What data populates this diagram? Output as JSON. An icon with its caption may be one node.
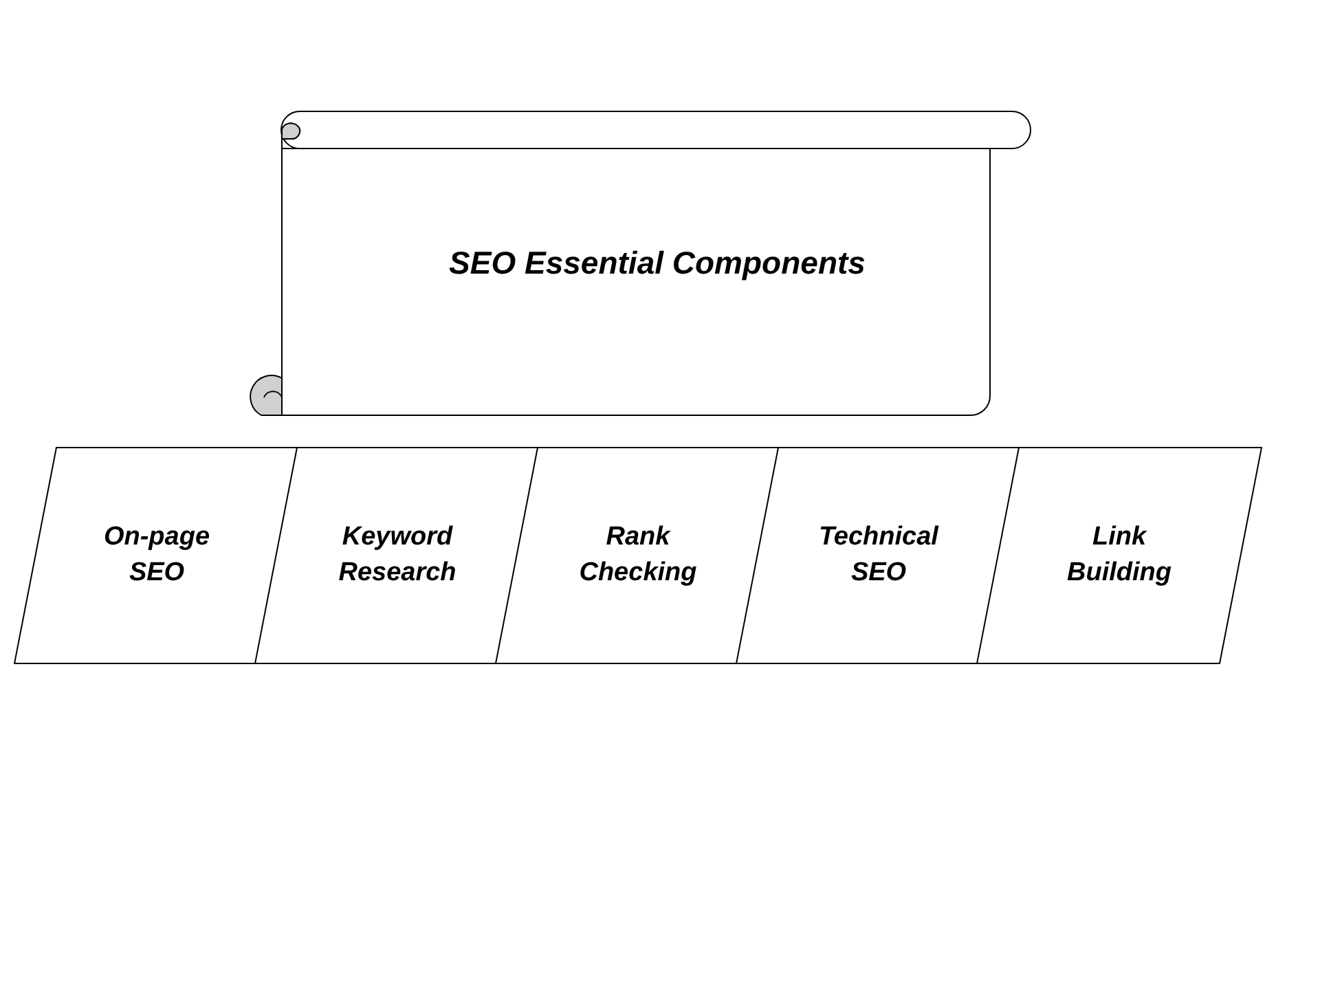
{
  "diagram": {
    "nodes": [
      {
        "text": [
          "SEO Essential Components"
        ]
      },
      {
        "text": [
          "On-page SEO"
        ]
      },
      {
        "text": [
          "Keyword Research"
        ]
      },
      {
        "text": [
          "Rank Checking"
        ]
      },
      {
        "text": [
          "Technical SEO"
        ]
      },
      {
        "text": [
          "Link Building"
        ]
      }
    ]
  }
}
